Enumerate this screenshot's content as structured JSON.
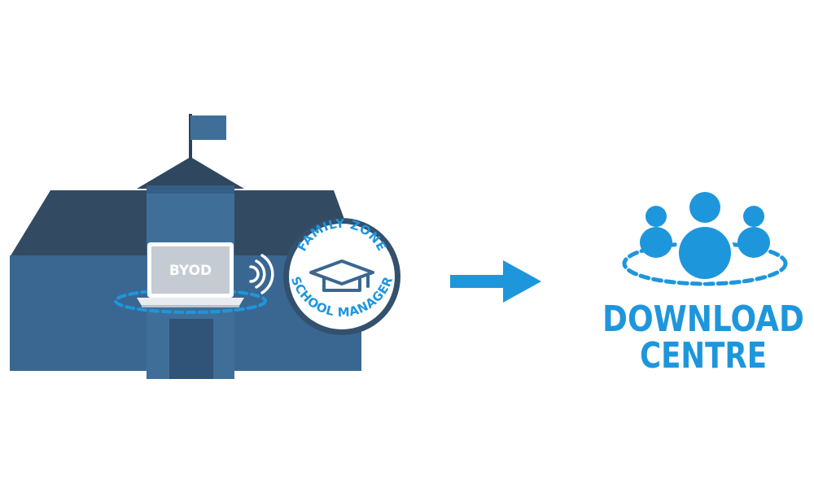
{
  "laptop": {
    "label": "BYOD"
  },
  "badge": {
    "top_text": "FAMILY ZONE",
    "bottom_text": "SCHOOL MANAGER"
  },
  "download_centre": {
    "line1": "DOWNLOAD",
    "line2": "CENTRE"
  },
  "icons": {
    "school": "school-building-icon",
    "laptop": "laptop-icon",
    "wifi": "wireless-signal-icon",
    "badge_center": "graduation-cap-icon",
    "arrow": "right-arrow-icon",
    "group": "people-group-icon"
  },
  "colors": {
    "roof": "#334a63",
    "wall": "#3d6a93",
    "tower": "#3f6f99",
    "accent_blue": "#1e96dc",
    "laptop_screen": "#c5cbd2",
    "white": "#ffffff"
  }
}
